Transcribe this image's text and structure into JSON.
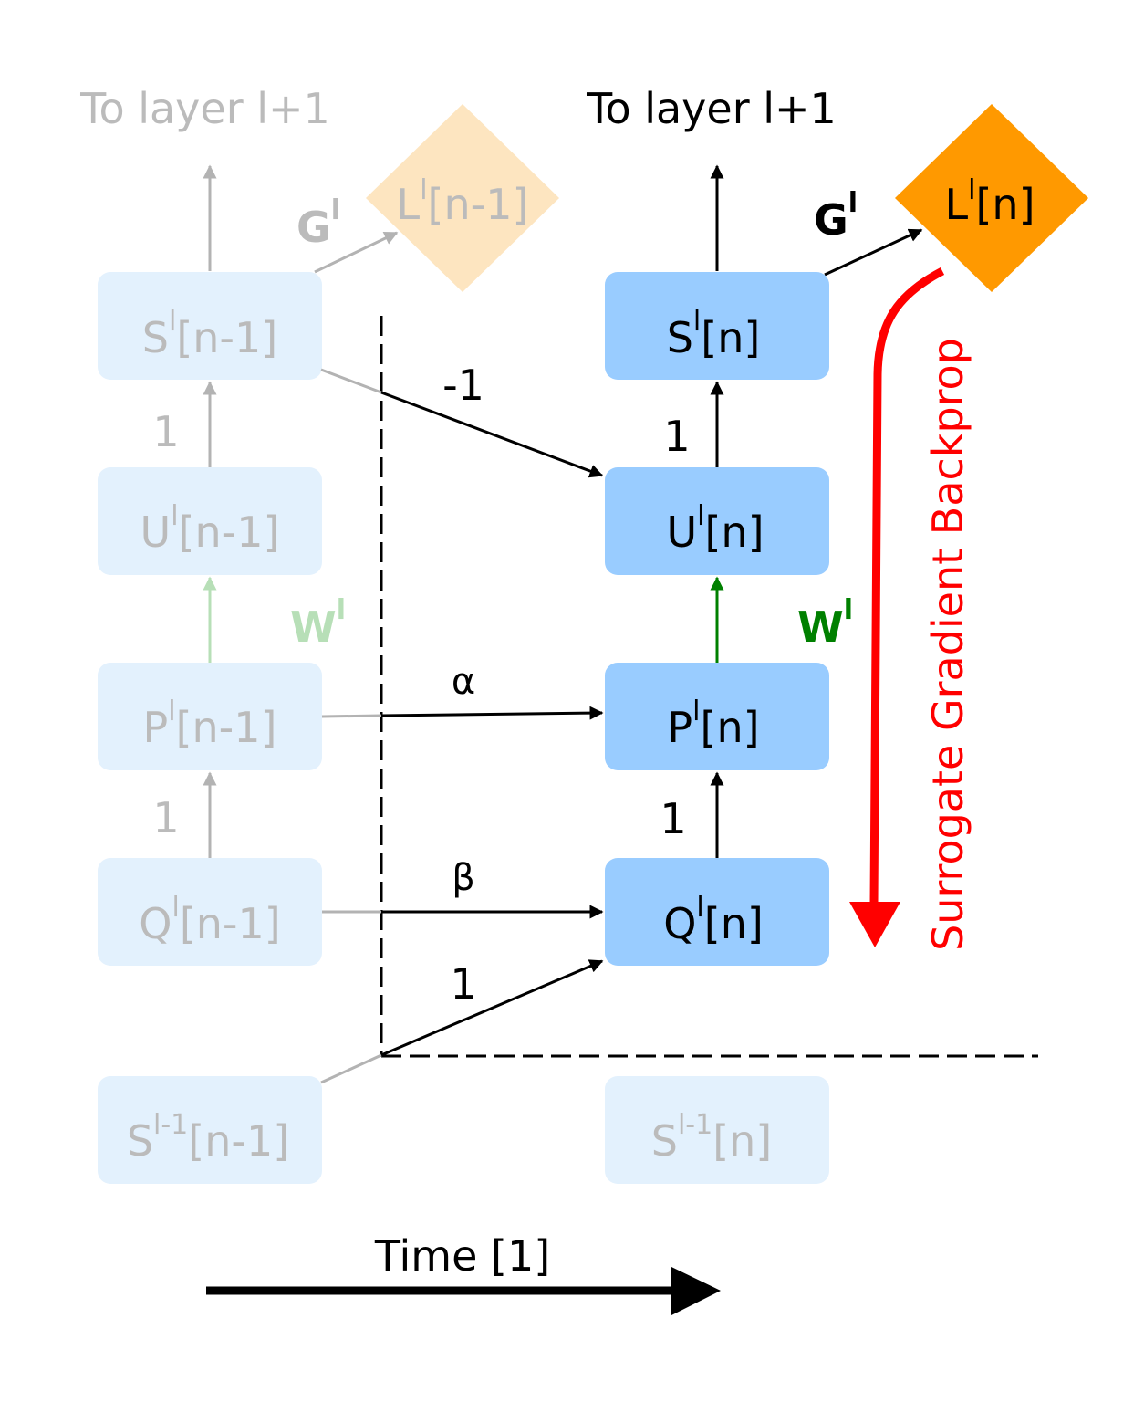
{
  "colors": {
    "node_active": "#99ccff",
    "node_faded": "#e3f1fd",
    "loss_active": "#ff9900",
    "loss_faded": "#fde5c0",
    "text_faded": "#bbbbbb",
    "arrow_faded": "#b3b3b3",
    "green_active": "#008000",
    "green_faded": "#b7dfb7",
    "red": "#ff0000"
  },
  "previous_step": {
    "top_label": "To layer l+1",
    "loss": {
      "base": "L",
      "sup": "l",
      "rest": "[n-1]"
    },
    "g_label": {
      "base": "G",
      "sup": "l"
    },
    "s": {
      "base": "S",
      "sup": "l",
      "rest": "[n-1]"
    },
    "u": {
      "base": "U",
      "sup": "l",
      "rest": "[n-1]"
    },
    "p": {
      "base": "P",
      "sup": "l",
      "rest": "[n-1]"
    },
    "q": {
      "base": "Q",
      "sup": "l",
      "rest": "[n-1]"
    },
    "input": {
      "base": "S",
      "sup": "l-1",
      "rest": "[n-1]"
    },
    "w_label": {
      "base": "W",
      "sup": "l"
    },
    "u_to_s_weight": "1",
    "q_to_p_weight": "1"
  },
  "current_step": {
    "top_label": "To layer l+1",
    "loss": {
      "base": "L",
      "sup": "l",
      "rest": "[n]"
    },
    "g_label": {
      "base": "G",
      "sup": "l"
    },
    "s": {
      "base": "S",
      "sup": "l",
      "rest": "[n]"
    },
    "u": {
      "base": "U",
      "sup": "l",
      "rest": "[n]"
    },
    "p": {
      "base": "P",
      "sup": "l",
      "rest": "[n]"
    },
    "q": {
      "base": "Q",
      "sup": "l",
      "rest": "[n]"
    },
    "input": {
      "base": "S",
      "sup": "l-1",
      "rest": "[n]"
    },
    "w_label": {
      "base": "W",
      "sup": "l"
    },
    "u_to_s_weight": "1",
    "q_to_p_weight": "1"
  },
  "cross_weights": {
    "reset": "-1",
    "alpha": "α",
    "beta": "β",
    "input": "1"
  },
  "backprop_label": "Surrogate Gradient Backprop",
  "time_label": "Time [1]"
}
